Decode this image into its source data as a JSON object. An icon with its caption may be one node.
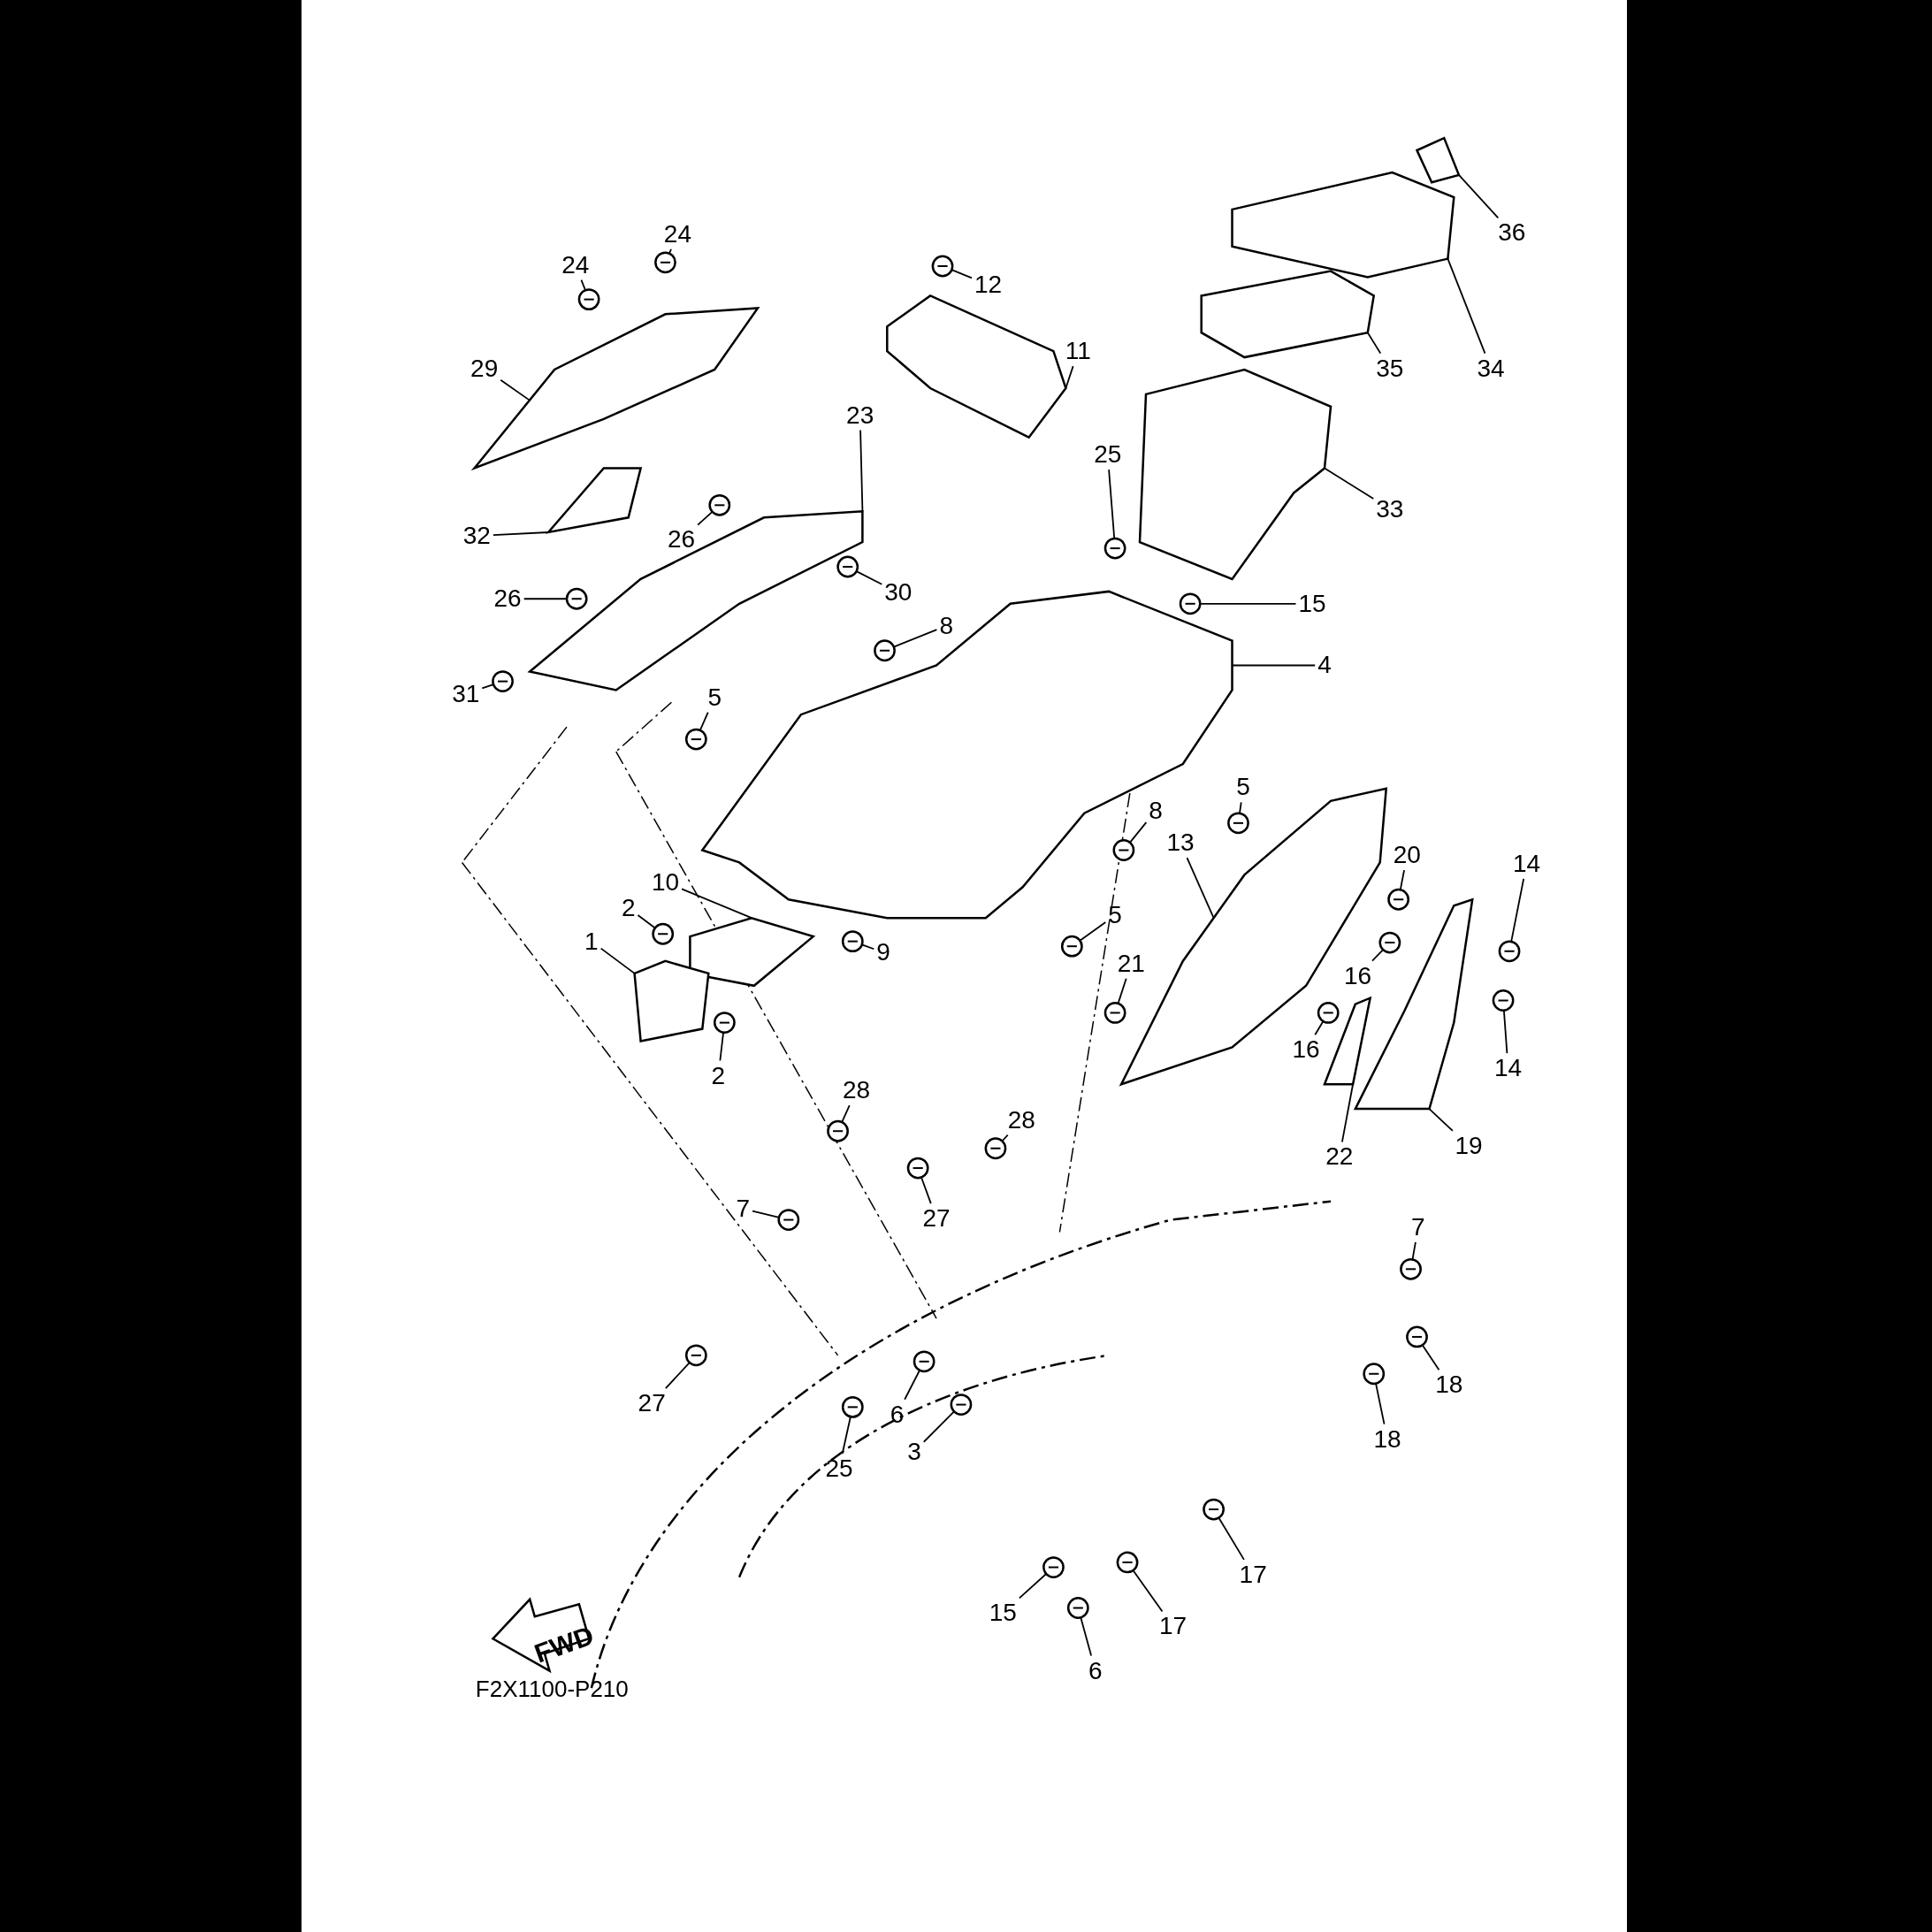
{
  "diagram": {
    "nodes": [
      {
        "text": [
          "36"
        ]
      },
      {
        "text": [
          "34"
        ]
      },
      {
        "text": [
          "35"
        ]
      },
      {
        "text": [
          "33"
        ]
      },
      {
        "text": [
          "24"
        ]
      },
      {
        "text": [
          "24"
        ]
      },
      {
        "text": [
          "12"
        ]
      },
      {
        "text": [
          "11"
        ]
      },
      {
        "text": [
          "29"
        ]
      },
      {
        "text": [
          "23"
        ]
      },
      {
        "text": [
          "25"
        ]
      },
      {
        "text": [
          "32"
        ]
      },
      {
        "text": [
          "26"
        ]
      },
      {
        "text": [
          "26"
        ]
      },
      {
        "text": [
          "30"
        ]
      },
      {
        "text": [
          "15"
        ]
      },
      {
        "text": [
          "8"
        ]
      },
      {
        "text": [
          "4"
        ]
      },
      {
        "text": [
          "31"
        ]
      },
      {
        "text": [
          "5"
        ]
      },
      {
        "text": [
          "5"
        ]
      },
      {
        "text": [
          "8"
        ]
      },
      {
        "text": [
          "13"
        ]
      },
      {
        "text": [
          "20"
        ]
      },
      {
        "text": [
          "14"
        ]
      },
      {
        "text": [
          "10"
        ]
      },
      {
        "text": [
          "2"
        ]
      },
      {
        "text": [
          "1"
        ]
      },
      {
        "text": [
          "9"
        ]
      },
      {
        "text": [
          "5"
        ]
      },
      {
        "text": [
          "21"
        ]
      },
      {
        "text": [
          "16"
        ]
      },
      {
        "text": [
          "16"
        ]
      },
      {
        "text": [
          "14"
        ]
      },
      {
        "text": [
          "2"
        ]
      },
      {
        "text": [
          "28"
        ]
      },
      {
        "text": [
          "28"
        ]
      },
      {
        "text": [
          "22"
        ]
      },
      {
        "text": [
          "19"
        ]
      },
      {
        "text": [
          "27"
        ]
      },
      {
        "text": [
          "7"
        ]
      },
      {
        "text": [
          "7"
        ]
      },
      {
        "text": [
          "18"
        ]
      },
      {
        "text": [
          "18"
        ]
      },
      {
        "text": [
          "27"
        ]
      },
      {
        "text": [
          "6"
        ]
      },
      {
        "text": [
          "25"
        ]
      },
      {
        "text": [
          "3"
        ]
      },
      {
        "text": [
          "17"
        ]
      },
      {
        "text": [
          "15"
        ]
      },
      {
        "text": [
          "17"
        ]
      },
      {
        "text": [
          "6"
        ]
      },
      {
        "text": [],
        "shape": "picture"
      },
      {
        "text": [],
        "shape": "picture"
      },
      {
        "text": [],
        "shape": "picture"
      },
      {
        "text": [],
        "shape": "picture"
      },
      {
        "text": [],
        "shape": "picture"
      },
      {
        "text": [],
        "shape": "picture"
      },
      {
        "text": [],
        "shape": "picture"
      },
      {
        "text": [],
        "shape": "picture"
      },
      {
        "text": [],
        "shape": "picture"
      },
      {
        "text": [],
        "shape": "picture"
      },
      {
        "text": [],
        "shape": "picture"
      },
      {
        "text": [],
        "shape": "picture"
      },
      {
        "text": [],
        "shape": "picture"
      },
      {
        "text": [],
        "shape": "picture"
      },
      {
        "text": [],
        "shape": "picture"
      },
      {
        "text": [],
        "shape": "picture"
      },
      {
        "text": [],
        "shape": "picture"
      },
      {
        "text": [],
        "shape": "picture"
      },
      {
        "text": [],
        "shape": "picture"
      },
      {
        "text": [],
        "shape": "picture"
      },
      {
        "text": [],
        "shape": "picture"
      },
      {
        "text": [],
        "shape": "picture"
      },
      {
        "text": [],
        "shape": "picture"
      },
      {
        "text": [],
        "shape": "picture"
      },
      {
        "text": [],
        "shape": "picture"
      },
      {
        "text": [],
        "shape": "picture"
      },
      {
        "text": [],
        "shape": "picture"
      },
      {
        "text": [],
        "shape": "picture"
      },
      {
        "text": [],
        "shape": "picture"
      },
      {
        "text": [],
        "shape": "picture"
      },
      {
        "text": [],
        "shape": "picture"
      },
      {
        "text": [],
        "shape": "picture"
      },
      {
        "text": [],
        "shape": "picture"
      },
      {
        "text": [],
        "shape": "picture"
      },
      {
        "text": [],
        "shape": "picture"
      },
      {
        "text": [],
        "shape": "picture"
      },
      {
        "text": [],
        "shape": "picture"
      },
      {
        "text": [],
        "shape": "picture"
      },
      {
        "text": [],
        "shape": "picture"
      },
      {
        "text": [],
        "shape": "picture"
      },
      {
        "text": [],
        "shape": "picture"
      },
      {
        "text": [],
        "shape": "picture"
      },
      {
        "text": [],
        "shape": "picture"
      },
      {
        "text": [],
        "shape": "picture"
      },
      {
        "text": [],
        "shape": "picture"
      },
      {
        "text": [],
        "shape": "picture"
      },
      {
        "text": [],
        "shape": "picture"
      },
      {
        "text": [],
        "shape": "picture"
      },
      {
        "text": [],
        "shape": "picture"
      },
      {
        "text": [],
        "shape": "picture"
      },
      {
        "text": [],
        "shape": "picture"
      },
      {
        "text": [],
        "shape": "picture"
      }
    ],
    "edges": [
      {
        "from": 0,
        "to": 52,
        "arrow": "none"
      },
      {
        "from": 1,
        "to": 53,
        "arrow": "none"
      },
      {
        "from": 2,
        "to": 54,
        "arrow": "none"
      },
      {
        "from": 3,
        "to": 55,
        "arrow": "none"
      },
      {
        "from": 4,
        "to": 56,
        "arrow": "none"
      },
      {
        "from": 5,
        "to": 57,
        "arrow": "none"
      },
      {
        "from": 6,
        "to": 58,
        "arrow": "none"
      },
      {
        "from": 7,
        "to": 59,
        "arrow": "none"
      },
      {
        "from": 8,
        "to": 60,
        "arrow": "none"
      },
      {
        "from": 9,
        "to": 61,
        "arrow": "none"
      },
      {
        "from": 10,
        "to": 62,
        "arrow": "none"
      },
      {
        "from": 11,
        "to": 63,
        "arrow": "none"
      },
      {
        "from": 12,
        "to": 64,
        "arrow": "none"
      },
      {
        "from": 13,
        "to": 65,
        "arrow": "none"
      },
      {
        "from": 14,
        "to": 66,
        "arrow": "none"
      },
      {
        "from": 15,
        "to": 67,
        "arrow": "none"
      },
      {
        "from": 16,
        "to": 68,
        "arrow": "none"
      },
      {
        "from": 17,
        "to": 69,
        "arrow": "none"
      },
      {
        "from": 18,
        "to": 70,
        "arrow": "none"
      },
      {
        "from": 19,
        "to": 71,
        "arrow": "none"
      },
      {
        "from": 20,
        "to": 72,
        "arrow": "none"
      },
      {
        "from": 21,
        "to": 73,
        "arrow": "none"
      },
      {
        "from": 22,
        "to": 74,
        "arrow": "none"
      },
      {
        "from": 23,
        "to": 75,
        "arrow": "none"
      },
      {
        "from": 24,
        "to": 76,
        "arrow": "none"
      },
      {
        "from": 25,
        "to": 77,
        "arrow": "none"
      },
      {
        "from": 26,
        "to": 78,
        "arrow": "none"
      },
      {
        "from": 27,
        "to": 79,
        "arrow": "none"
      },
      {
        "from": 28,
        "to": 80,
        "arrow": "none"
      },
      {
        "from": 29,
        "to": 81,
        "arrow": "none"
      },
      {
        "from": 30,
        "to": 82,
        "arrow": "none"
      },
      {
        "from": 31,
        "to": 83,
        "arrow": "none"
      },
      {
        "from": 32,
        "to": 84,
        "arrow": "none"
      },
      {
        "from": 33,
        "to": 85,
        "arrow": "none"
      },
      {
        "from": 34,
        "to": 86,
        "arrow": "none"
      },
      {
        "from": 35,
        "to": 87,
        "arrow": "none"
      },
      {
        "from": 36,
        "to": 88,
        "arrow": "none"
      },
      {
        "from": 37,
        "to": 89,
        "arrow": "none"
      },
      {
        "from": 38,
        "to": 90,
        "arrow": "none"
      },
      {
        "from": 39,
        "to": 91,
        "arrow": "none"
      },
      {
        "from": 40,
        "to": 92,
        "arrow": "none"
      },
      {
        "from": 41,
        "to": 93,
        "arrow": "none"
      },
      {
        "from": 42,
        "to": 94,
        "arrow": "none"
      },
      {
        "from": 43,
        "to": 95,
        "arrow": "none"
      },
      {
        "from": 44,
        "to": 96,
        "arrow": "none"
      },
      {
        "from": 45,
        "to": 97,
        "arrow": "none"
      },
      {
        "from": 46,
        "to": 98,
        "arrow": "none"
      },
      {
        "from": 47,
        "to": 99,
        "arrow": "none"
      },
      {
        "from": 48,
        "to": 100,
        "arrow": "none"
      },
      {
        "from": 49,
        "to": 101,
        "arrow": "none"
      },
      {
        "from": 50,
        "to": 102,
        "arrow": "none"
      },
      {
        "from": 51,
        "to": 103,
        "arrow": "none"
      }
    ],
    "labels": [
      "FWD",
      "F2X1100-P210"
    ]
  }
}
